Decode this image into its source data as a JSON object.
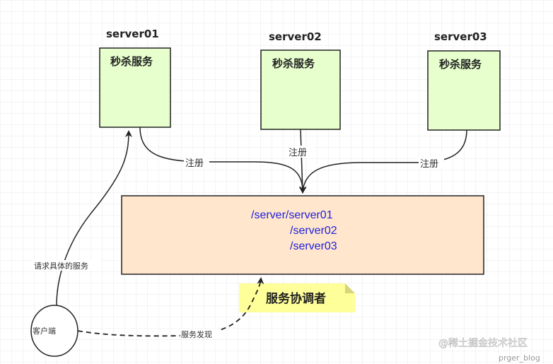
{
  "servers": [
    {
      "name": "server01",
      "service": "秒杀服务"
    },
    {
      "name": "server02",
      "service": "秒杀服务"
    },
    {
      "name": "server03",
      "service": "秒杀服务"
    }
  ],
  "register_label": "注册",
  "coordinator": {
    "paths": [
      "/server/server01",
      "/server02",
      "/server03"
    ]
  },
  "note": "服务协调者",
  "client": "客户端",
  "request_label": "请求具体的服务",
  "discovery_label": "服务发现",
  "watermark": "@稀土掘金技术社区",
  "watermark2": "prger_blog",
  "colors": {
    "server_fill": "#e6ffcc",
    "coordinator_fill": "#ffe6cc",
    "note_fill": "#ffff99",
    "path_text": "#2222dd"
  }
}
